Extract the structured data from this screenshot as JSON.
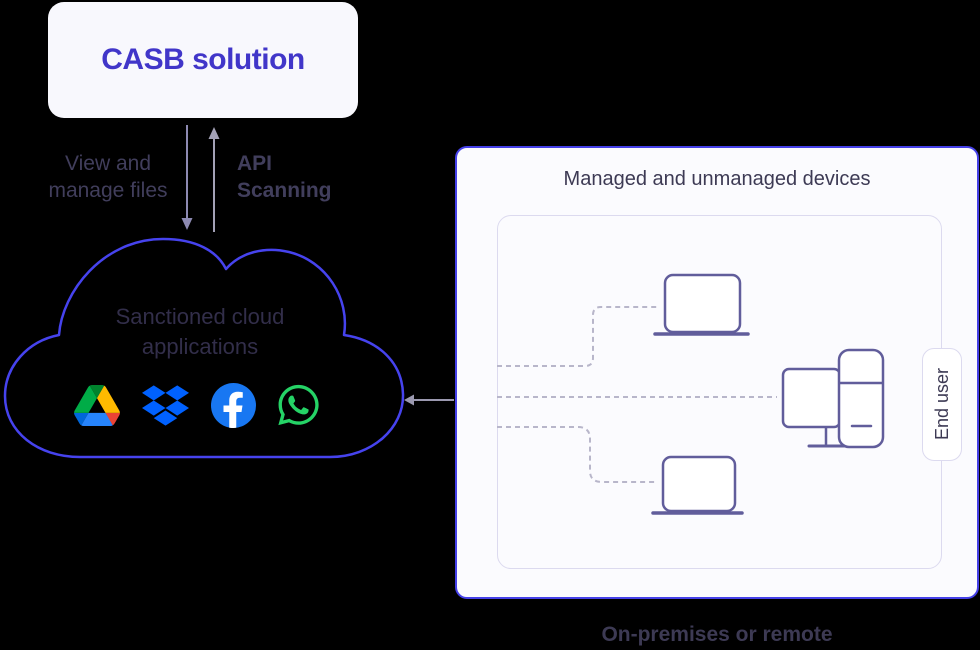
{
  "casb": {
    "label": "CASB solution"
  },
  "flow": {
    "view_label": "View and manage files",
    "api_label": "API Scanning"
  },
  "cloud": {
    "label": "Sanctioned cloud applications",
    "apps": [
      {
        "icon": "google-drive-icon"
      },
      {
        "icon": "dropbox-icon"
      },
      {
        "icon": "facebook-icon"
      },
      {
        "icon": "whatsapp-icon"
      }
    ]
  },
  "panel": {
    "title": "Managed and unmanaged devices",
    "end_user": "End user",
    "caption": "On-premises or remote",
    "devices": [
      "laptop",
      "desktop-monitor",
      "smartphone",
      "laptop"
    ]
  },
  "colors": {
    "bg": "#000000",
    "box-bg": "#f8f8fd",
    "accent": "#4136c9",
    "label": "#413e5c",
    "cloud-stroke": "#4643ee",
    "cloud-text": "#322e4a",
    "panel-bg": "#fbfbfe",
    "panel-border": "#4540e8",
    "inner-border": "#dcdaef",
    "dark": "#3d3a54",
    "device-stroke": "#615d9b",
    "dash": "#b8b6ca",
    "arrow-down": "#8d8ab2",
    "arrow-up": "#a3a1b6",
    "dropbox-blue": "#0061ff",
    "facebook-blue": "#1877f2",
    "whatsapp-green": "#25d366"
  }
}
